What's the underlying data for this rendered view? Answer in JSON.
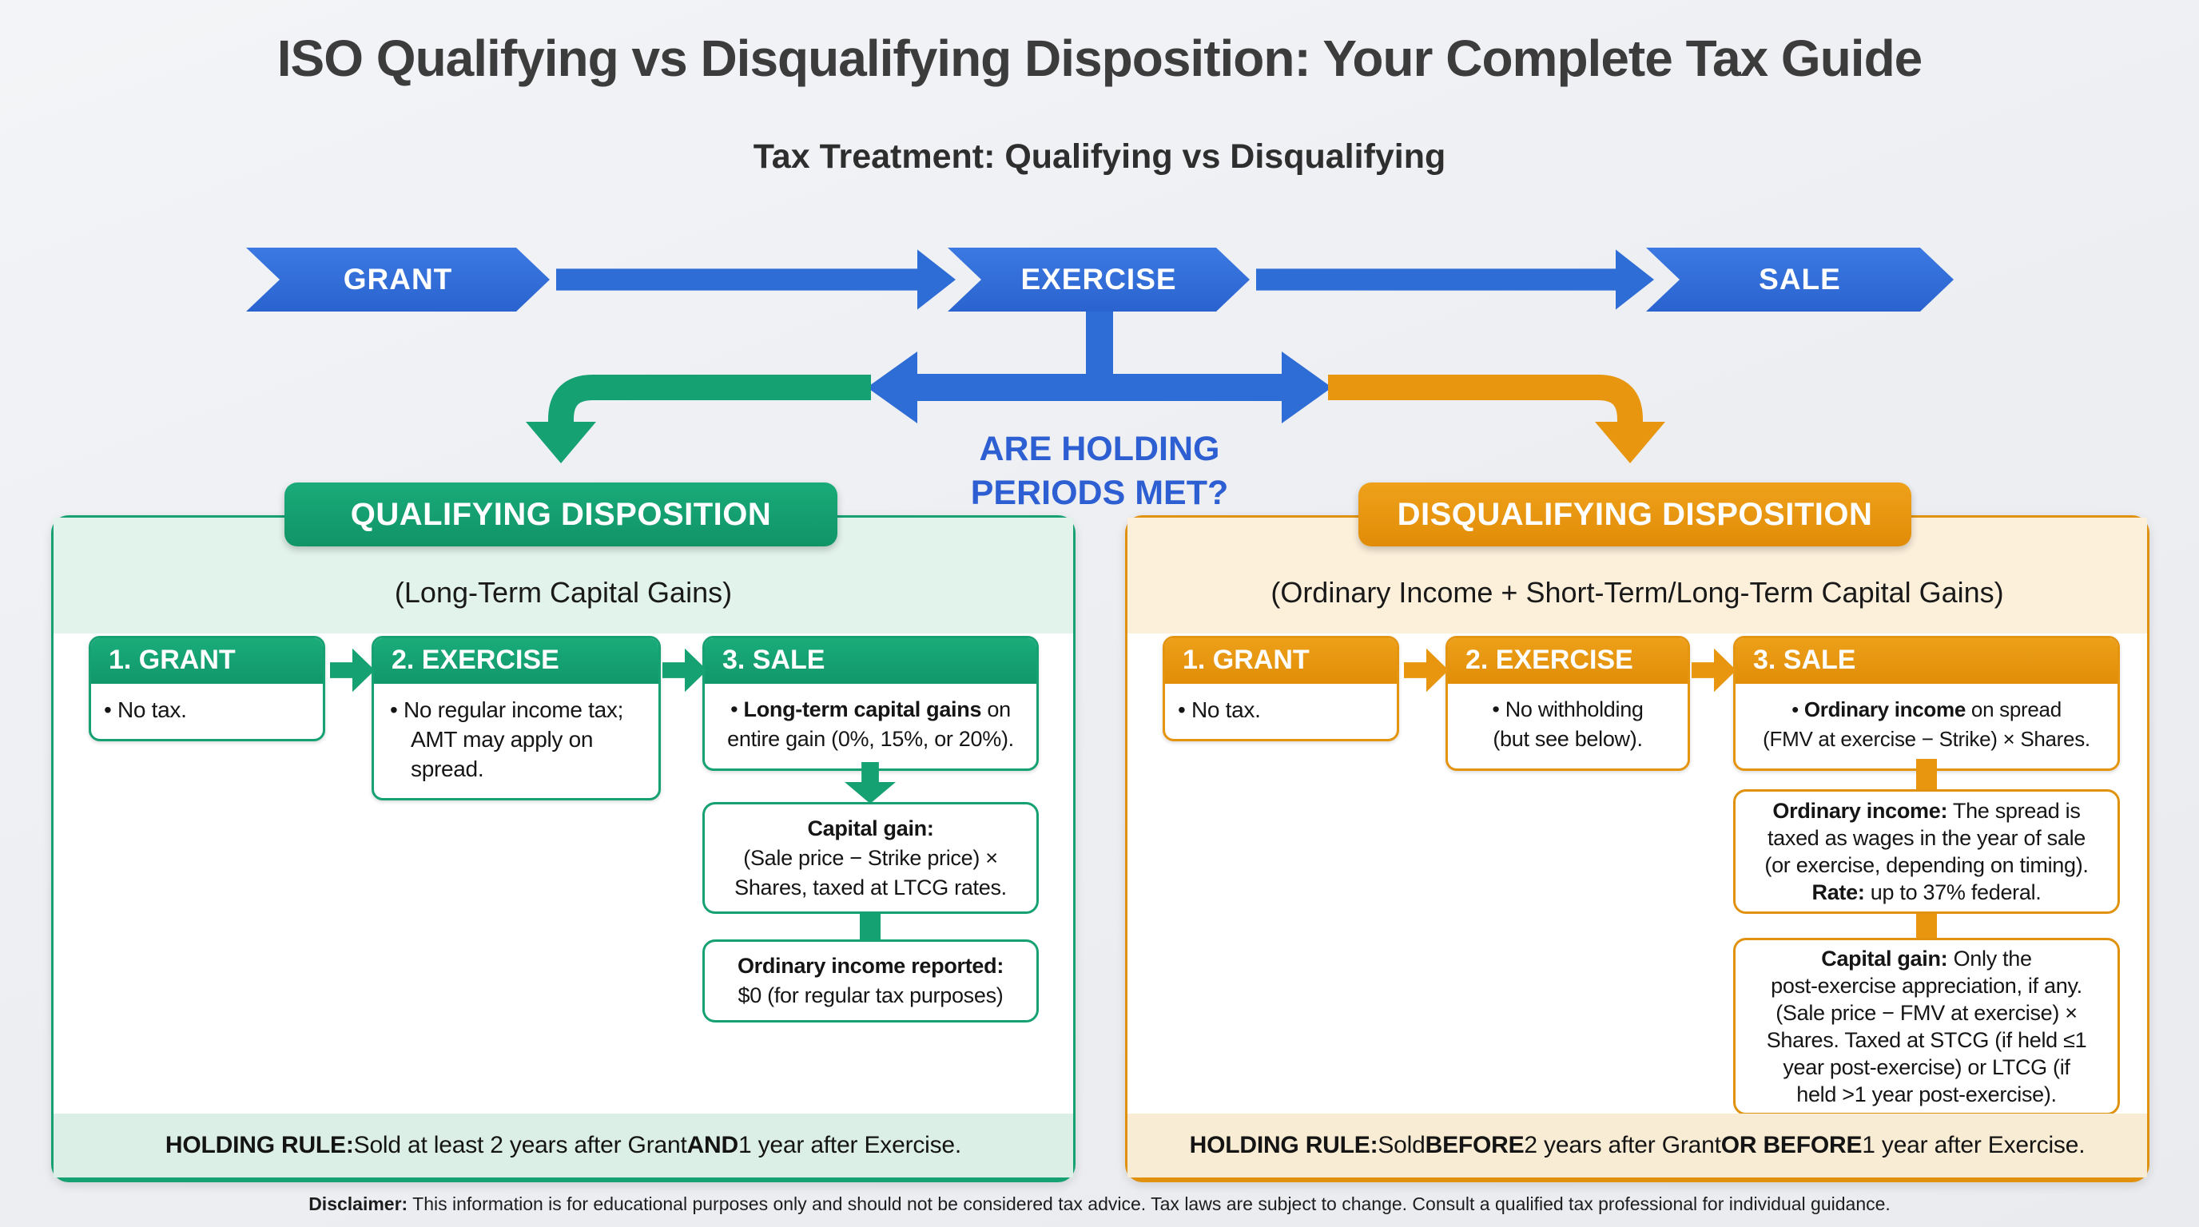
{
  "page": {
    "title": "ISO Qualifying vs Disqualifying Disposition: Your Complete Tax Guide",
    "subtitle": "Tax Treatment: Qualifying vs Disqualifying",
    "disclaimer": [
      {
        "text": "Disclaimer:",
        "bold": true
      },
      {
        "text": " This information is for educational purposes only and should not be considered tax advice. Tax laws are subject to change. Consult a qualified tax professional for individual guidance.",
        "bold": false
      }
    ]
  },
  "colors": {
    "blue": "#2e6cd6",
    "green": "#16a173",
    "orange": "#e8960f"
  },
  "timeline": {
    "steps": [
      "GRANT",
      "EXERCISE",
      "SALE"
    ]
  },
  "question": {
    "line1": "ARE HOLDING",
    "line2": "PERIODS MET?"
  },
  "qualifying": {
    "header": "QUALIFYING DISPOSITION",
    "subtitle": "(Long-Term Capital Gains)",
    "steps": [
      {
        "title": "1. GRANT",
        "body": [
          {
            "text": "• No tax.",
            "bold": false
          }
        ]
      },
      {
        "title": "2. EXERCISE",
        "body": [
          {
            "text": "• No regular income tax; AMT may apply on spread.",
            "bold": false
          }
        ]
      },
      {
        "title": "3. SALE",
        "body_lines": [
          [
            {
              "text": "• ",
              "bold": false
            },
            {
              "text": "Long-term capital gains",
              "bold": true
            },
            {
              "text": " on",
              "bold": false
            }
          ],
          [
            {
              "text": "entire gain (0%, 15%, or 20%).",
              "bold": false
            }
          ]
        ]
      }
    ],
    "info_boxes": [
      {
        "lines": [
          [
            {
              "text": "Capital gain:",
              "bold": true
            }
          ],
          [
            {
              "text": "(Sale price − Strike price) ×",
              "bold": false
            }
          ],
          [
            {
              "text": "Shares, taxed at LTCG rates.",
              "bold": false
            }
          ]
        ]
      },
      {
        "lines": [
          [
            {
              "text": "Ordinary income reported:",
              "bold": true
            }
          ],
          [
            {
              "text": "$0 (for regular tax purposes)",
              "bold": false
            }
          ]
        ]
      }
    ],
    "holding_rule": [
      {
        "text": "HOLDING RULE:",
        "bold": true
      },
      {
        "text": " Sold at least 2 years after Grant ",
        "bold": false
      },
      {
        "text": "AND",
        "bold": true
      },
      {
        "text": " 1 year after Exercise.",
        "bold": false
      }
    ]
  },
  "disqualifying": {
    "header": "DISQUALIFYING DISPOSITION",
    "subtitle": "(Ordinary Income + Short-Term/Long-Term Capital Gains)",
    "steps": [
      {
        "title": "1. GRANT",
        "body": [
          {
            "text": "• No tax.",
            "bold": false
          }
        ]
      },
      {
        "title": "2. EXERCISE",
        "body_lines": [
          [
            {
              "text": "• No withholding",
              "bold": false
            }
          ],
          [
            {
              "text": "(but see below).",
              "bold": false
            }
          ]
        ]
      },
      {
        "title": "3. SALE",
        "body_lines": [
          [
            {
              "text": "• ",
              "bold": false
            },
            {
              "text": "Ordinary income",
              "bold": true
            },
            {
              "text": " on spread",
              "bold": false
            }
          ],
          [
            {
              "text": "(FMV at exercise − Strike) × Shares.",
              "bold": false
            }
          ]
        ]
      }
    ],
    "info_boxes": [
      {
        "lines": [
          [
            {
              "text": "Ordinary income:",
              "bold": true
            },
            {
              "text": " The spread is",
              "bold": false
            }
          ],
          [
            {
              "text": "taxed as wages in the year of sale",
              "bold": false
            }
          ],
          [
            {
              "text": "(or exercise, depending on timing).",
              "bold": false
            }
          ],
          [
            {
              "text": "Rate:",
              "bold": true
            },
            {
              "text": " up to 37% federal.",
              "bold": false
            }
          ]
        ]
      },
      {
        "lines": [
          [
            {
              "text": "Capital gain:",
              "bold": true
            },
            {
              "text": " Only the",
              "bold": false
            }
          ],
          [
            {
              "text": "post-exercise appreciation, if any.",
              "bold": false
            }
          ],
          [
            {
              "text": "(Sale price − FMV at exercise) ×",
              "bold": false
            }
          ],
          [
            {
              "text": "Shares. Taxed at STCG (if held ≤1",
              "bold": false
            }
          ],
          [
            {
              "text": "year post-exercise) or LTCG (if",
              "bold": false
            }
          ],
          [
            {
              "text": "held >1 year post-exercise).",
              "bold": false
            }
          ]
        ]
      }
    ],
    "holding_rule": [
      {
        "text": "HOLDING RULE:",
        "bold": true
      },
      {
        "text": " Sold ",
        "bold": false
      },
      {
        "text": "BEFORE",
        "bold": true
      },
      {
        "text": " 2 years after Grant ",
        "bold": false
      },
      {
        "text": "OR BEFORE",
        "bold": true
      },
      {
        "text": " 1 year after Exercise.",
        "bold": false
      }
    ]
  }
}
